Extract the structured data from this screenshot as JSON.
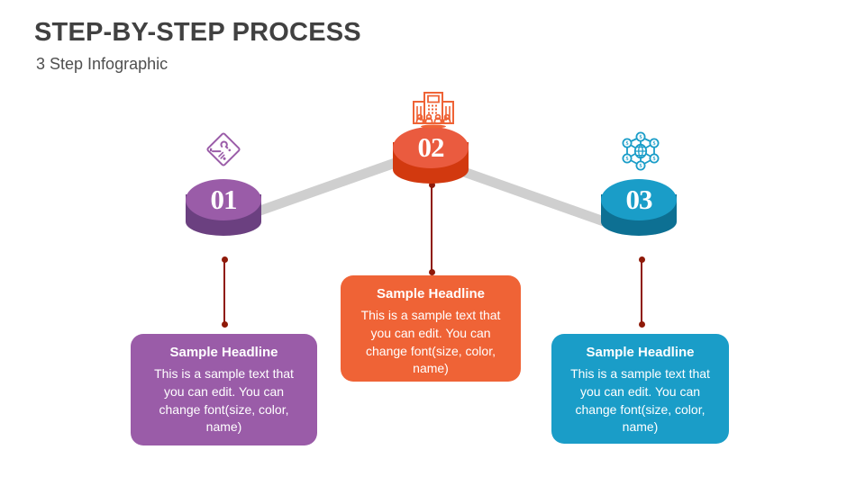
{
  "header": {
    "title": "STEP-BY-STEP PROCESS",
    "subtitle": "3 Step Infographic"
  },
  "colors": {
    "title": "#414141",
    "subtitle": "#4f4f4f",
    "connector": "#cfcfcf",
    "stem": "#8f1a09",
    "background": "#ffffff",
    "step1_top": "#9a5ca8",
    "step1_body": "#6b4080",
    "step1_card": "#9a5ca8",
    "step1_icon": "#9a5ca8",
    "step2_top": "#ea5b3f",
    "step2_body": "#d2390f",
    "step2_card": "#ef6336",
    "step2_icon": "#ef6336",
    "step3_top": "#1a9dc8",
    "step3_body": "#0d7093",
    "step3_card": "#1a9dc8",
    "step3_icon": "#1a9dc8"
  },
  "steps": [
    {
      "number": "01",
      "icon_name": "pen-question-diamond-icon",
      "headline": "Sample Headline",
      "body": "This is a sample text that you can edit. You can change font(size, color, name)"
    },
    {
      "number": "02",
      "icon_name": "office-building-people-icon",
      "headline": "Sample Headline",
      "body": "This is a sample text that you can edit. You can change font(size, color, name)"
    },
    {
      "number": "03",
      "icon_name": "network-nodes-icon",
      "headline": "Sample Headline",
      "body": "This is a sample text that you can edit. You can change font(size, color, name)"
    }
  ]
}
